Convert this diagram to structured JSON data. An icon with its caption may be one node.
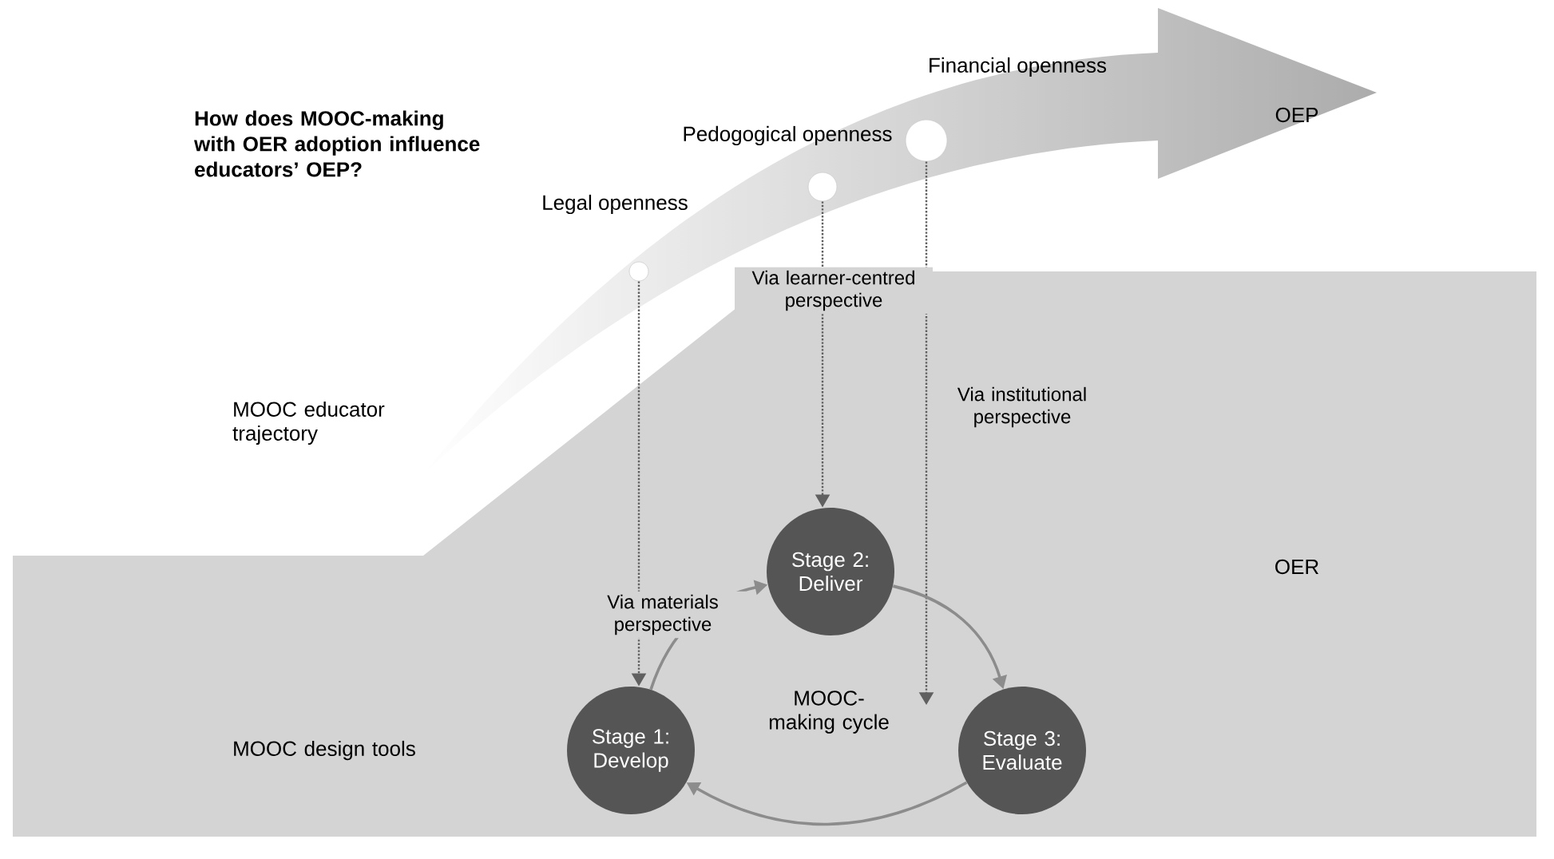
{
  "diagram": {
    "title": "How does MOOC-making with OER adoption influence educators’ OEP?",
    "nodes": [
      {
        "text": [
          "Legal openness"
        ]
      },
      {
        "text": [
          "Pedogogical openness"
        ]
      },
      {
        "text": [
          "Financial openness"
        ]
      },
      {
        "text": [
          "Stage 1: Develop"
        ]
      },
      {
        "text": [
          "Stage 2: Deliver"
        ]
      },
      {
        "text": [
          "Stage 3: Evaluate"
        ]
      }
    ],
    "edges": [
      {
        "from": 0,
        "to": 3,
        "arrow": "to",
        "style": "dashed",
        "label": "Via materials perspective"
      },
      {
        "from": 1,
        "to": 4,
        "arrow": "to",
        "style": "dashed",
        "label": "Via learner-centred perspective"
      },
      {
        "from": 2,
        "to": 5,
        "arrow": "to",
        "style": "dashed",
        "label": "Via institutional perspective"
      },
      {
        "from": 3,
        "to": 4,
        "arrow": "to",
        "color": "#8c8c8c"
      },
      {
        "from": 4,
        "to": 5,
        "arrow": "to",
        "color": "#8c8c8c"
      },
      {
        "from": 5,
        "to": 3,
        "arrow": "to",
        "color": "#8c8c8c"
      }
    ],
    "labels": [
      "OEP",
      "MOOC educator trajectory",
      "OER",
      "MOOC design tools",
      "MOOC-making cycle"
    ]
  }
}
